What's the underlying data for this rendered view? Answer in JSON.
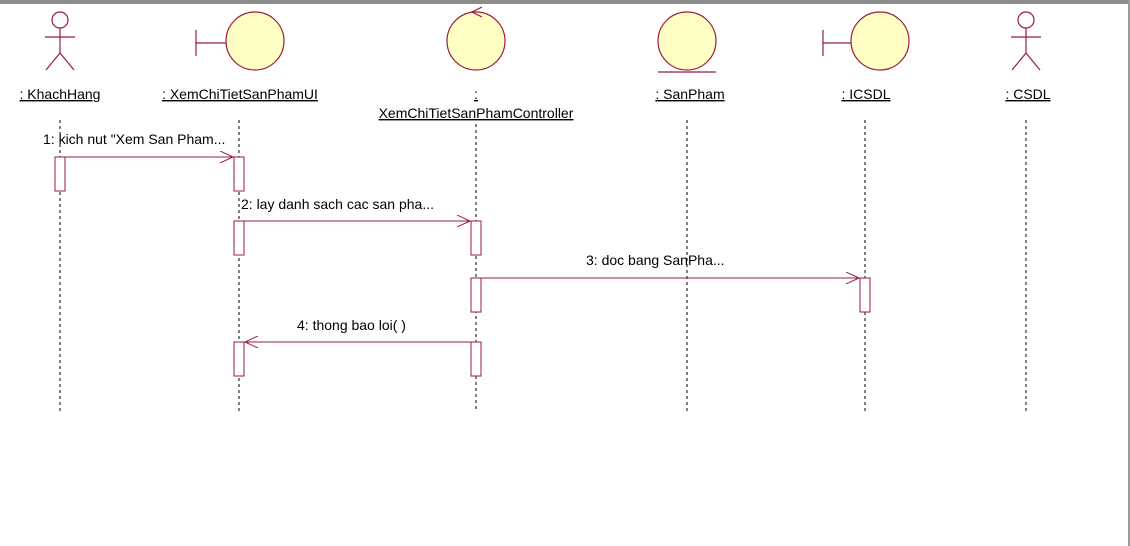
{
  "colors": {
    "shape_fill": "#FFFFC4",
    "line": "#9A1B3C",
    "lifeline": "#000000",
    "text": "#000000"
  },
  "lifelines": [
    {
      "id": "khachhang",
      "label": ": KhachHang",
      "icon": "actor-icon"
    },
    {
      "id": "ui",
      "label": ": XemChiTietSanPhamUI",
      "icon": "boundary-icon"
    },
    {
      "id": "controller",
      "label_line1": ":",
      "label_line2": "XemChiTietSanPhamController",
      "icon": "control-icon"
    },
    {
      "id": "sanpham",
      "label": ": SanPham",
      "icon": "entity-icon"
    },
    {
      "id": "icsdl",
      "label": ": ICSDL",
      "icon": "boundary-icon"
    },
    {
      "id": "csdl",
      "label": ": CSDL",
      "icon": "actor-icon"
    }
  ],
  "messages": [
    {
      "id": "m1",
      "label": "1: kich nut \"Xem San Pham..."
    },
    {
      "id": "m2",
      "label": "2: lay danh sach cac san pha..."
    },
    {
      "id": "m3",
      "label": "3: doc bang SanPha..."
    },
    {
      "id": "m4",
      "label": "4: thong bao loi( )"
    }
  ]
}
